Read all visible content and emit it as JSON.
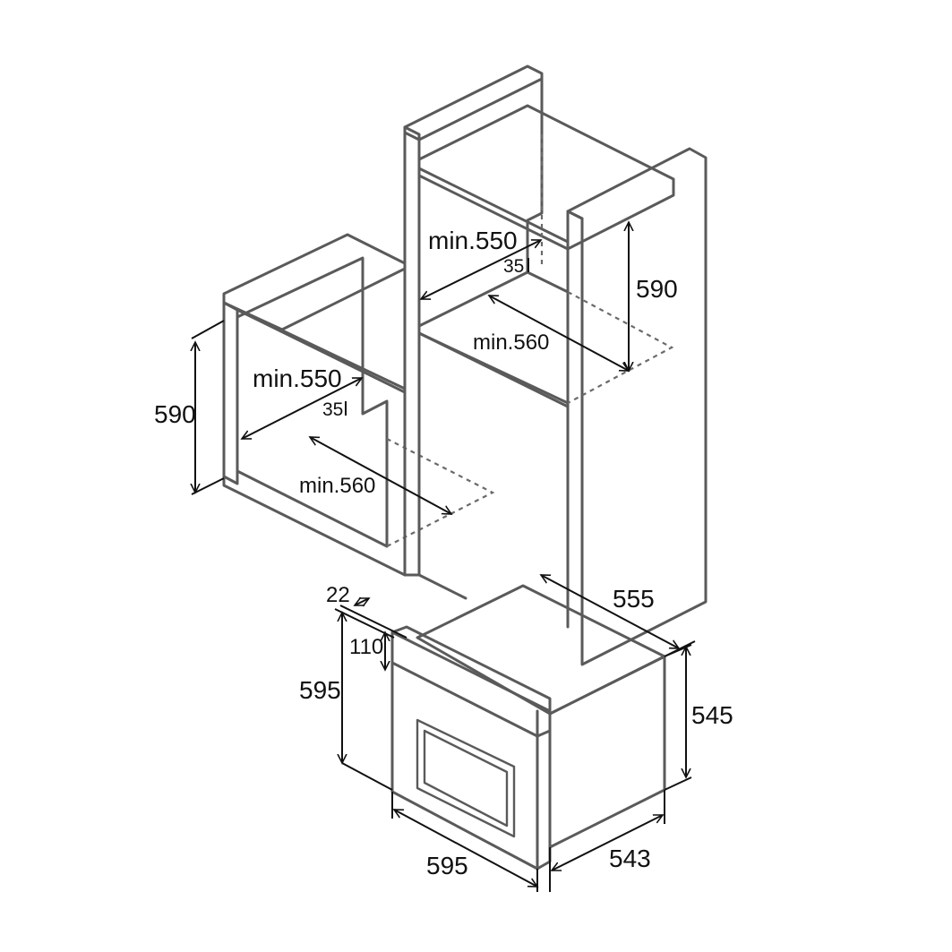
{
  "labels": {
    "left_height": "590",
    "left_width": "min.550",
    "left_offset": "35",
    "left_depth": "min.560",
    "right_width": "min.550",
    "right_offset": "35",
    "right_height": "590",
    "right_depth": "min.560",
    "oven_depth": "555",
    "oven_panel": "22",
    "oven_top_gap": "110",
    "oven_front_height": "595",
    "oven_body_height": "545",
    "oven_front_width": "595",
    "oven_body_depth": "543"
  },
  "colors": {
    "outline": "#5a5a5a",
    "dimension": "#111111",
    "background": "#ffffff"
  }
}
